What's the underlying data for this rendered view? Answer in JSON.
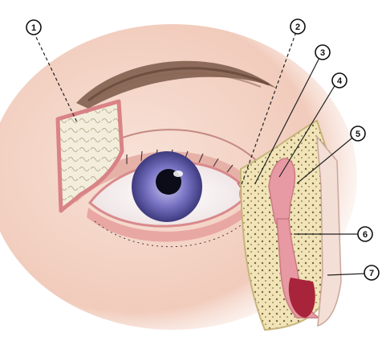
{
  "markers": [
    {
      "label": "1"
    },
    {
      "label": "2"
    },
    {
      "label": "3"
    },
    {
      "label": "4"
    },
    {
      "label": "5"
    },
    {
      "label": "6"
    },
    {
      "label": "7"
    }
  ],
  "colors": {
    "skin": "#f3d2c4",
    "eyelid_pink": "#e9a3a5",
    "gland_fill": "#f1ecd8",
    "gland_border": "#d98386",
    "iris": "#6f6ab8",
    "pupil": "#0c0c18",
    "brow": "#6a4a3a",
    "bone": "#efe3b4",
    "duct": "#e7a1a8",
    "leader": "#222222"
  },
  "icons": {
    "marker": "circled-number"
  }
}
